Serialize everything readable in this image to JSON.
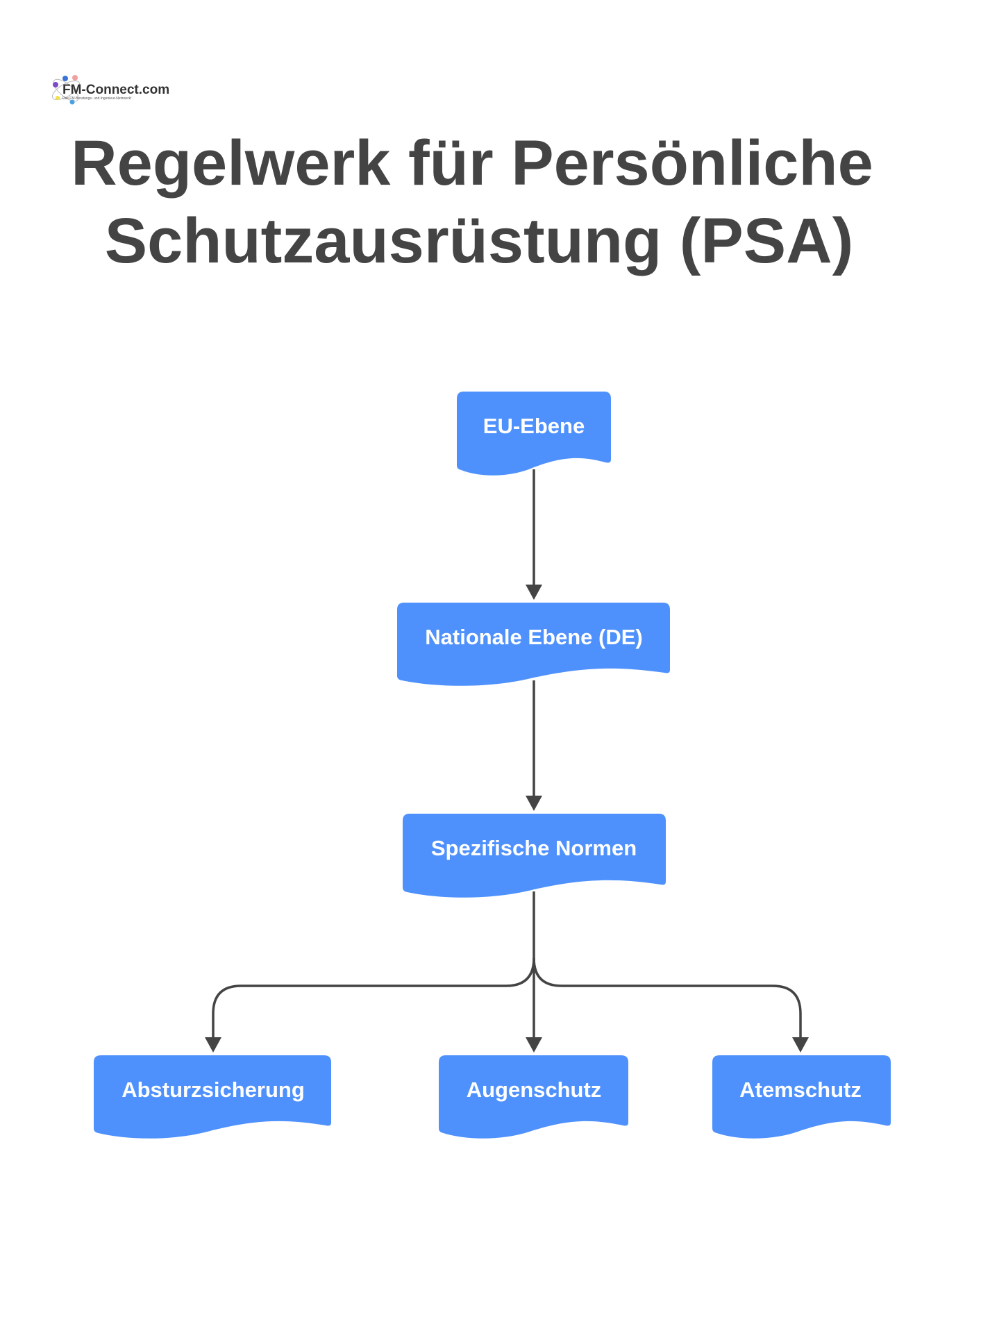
{
  "logo": {
    "name": "FM-Connect.com",
    "tagline": "Das FM-Beratungs- und Ingenieur-Netzwerk!"
  },
  "title": {
    "line1": "Regelwerk für Persönliche",
    "line2": "Schutzausrüstung (PSA)"
  },
  "colors": {
    "node": "#4f91fc",
    "edge": "#444444",
    "title": "#444444"
  },
  "nodes": [
    {
      "id": "eu",
      "label": "EU-Ebene"
    },
    {
      "id": "national",
      "label": "Nationale Ebene (DE)"
    },
    {
      "id": "normen",
      "label": "Spezifische Normen"
    },
    {
      "id": "absturz",
      "label": "Absturzsicherung"
    },
    {
      "id": "augen",
      "label": "Augenschutz"
    },
    {
      "id": "atem",
      "label": "Atemschutz"
    }
  ],
  "edges": [
    {
      "from": "eu",
      "to": "national"
    },
    {
      "from": "national",
      "to": "normen"
    },
    {
      "from": "normen",
      "to": "absturz"
    },
    {
      "from": "normen",
      "to": "augen"
    },
    {
      "from": "normen",
      "to": "atem"
    }
  ]
}
